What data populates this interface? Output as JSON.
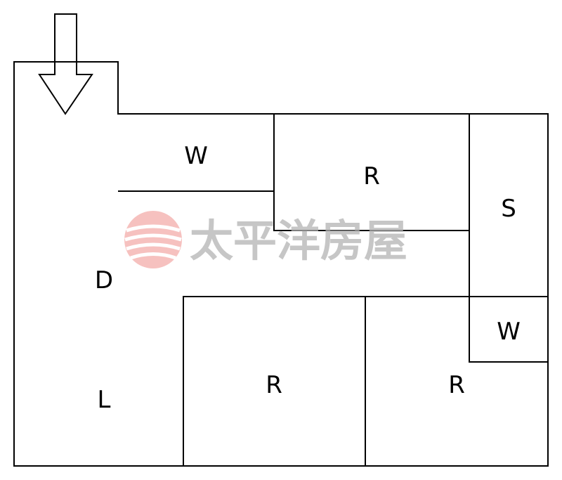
{
  "floorplan": {
    "entrance": {
      "icon": "arrow-down-icon"
    },
    "rooms": [
      {
        "id": "w1",
        "label": "W"
      },
      {
        "id": "r1",
        "label": "R"
      },
      {
        "id": "s1",
        "label": "S"
      },
      {
        "id": "d1",
        "label": "D"
      },
      {
        "id": "l1",
        "label": "L"
      },
      {
        "id": "w2",
        "label": "W"
      },
      {
        "id": "r2",
        "label": "R"
      },
      {
        "id": "r3",
        "label": "R"
      }
    ]
  },
  "watermark": {
    "text": "太平洋房屋",
    "logo_icon": "globe-logo-icon",
    "logo_color": "#e8504a",
    "text_color": "#b4b4b4"
  }
}
